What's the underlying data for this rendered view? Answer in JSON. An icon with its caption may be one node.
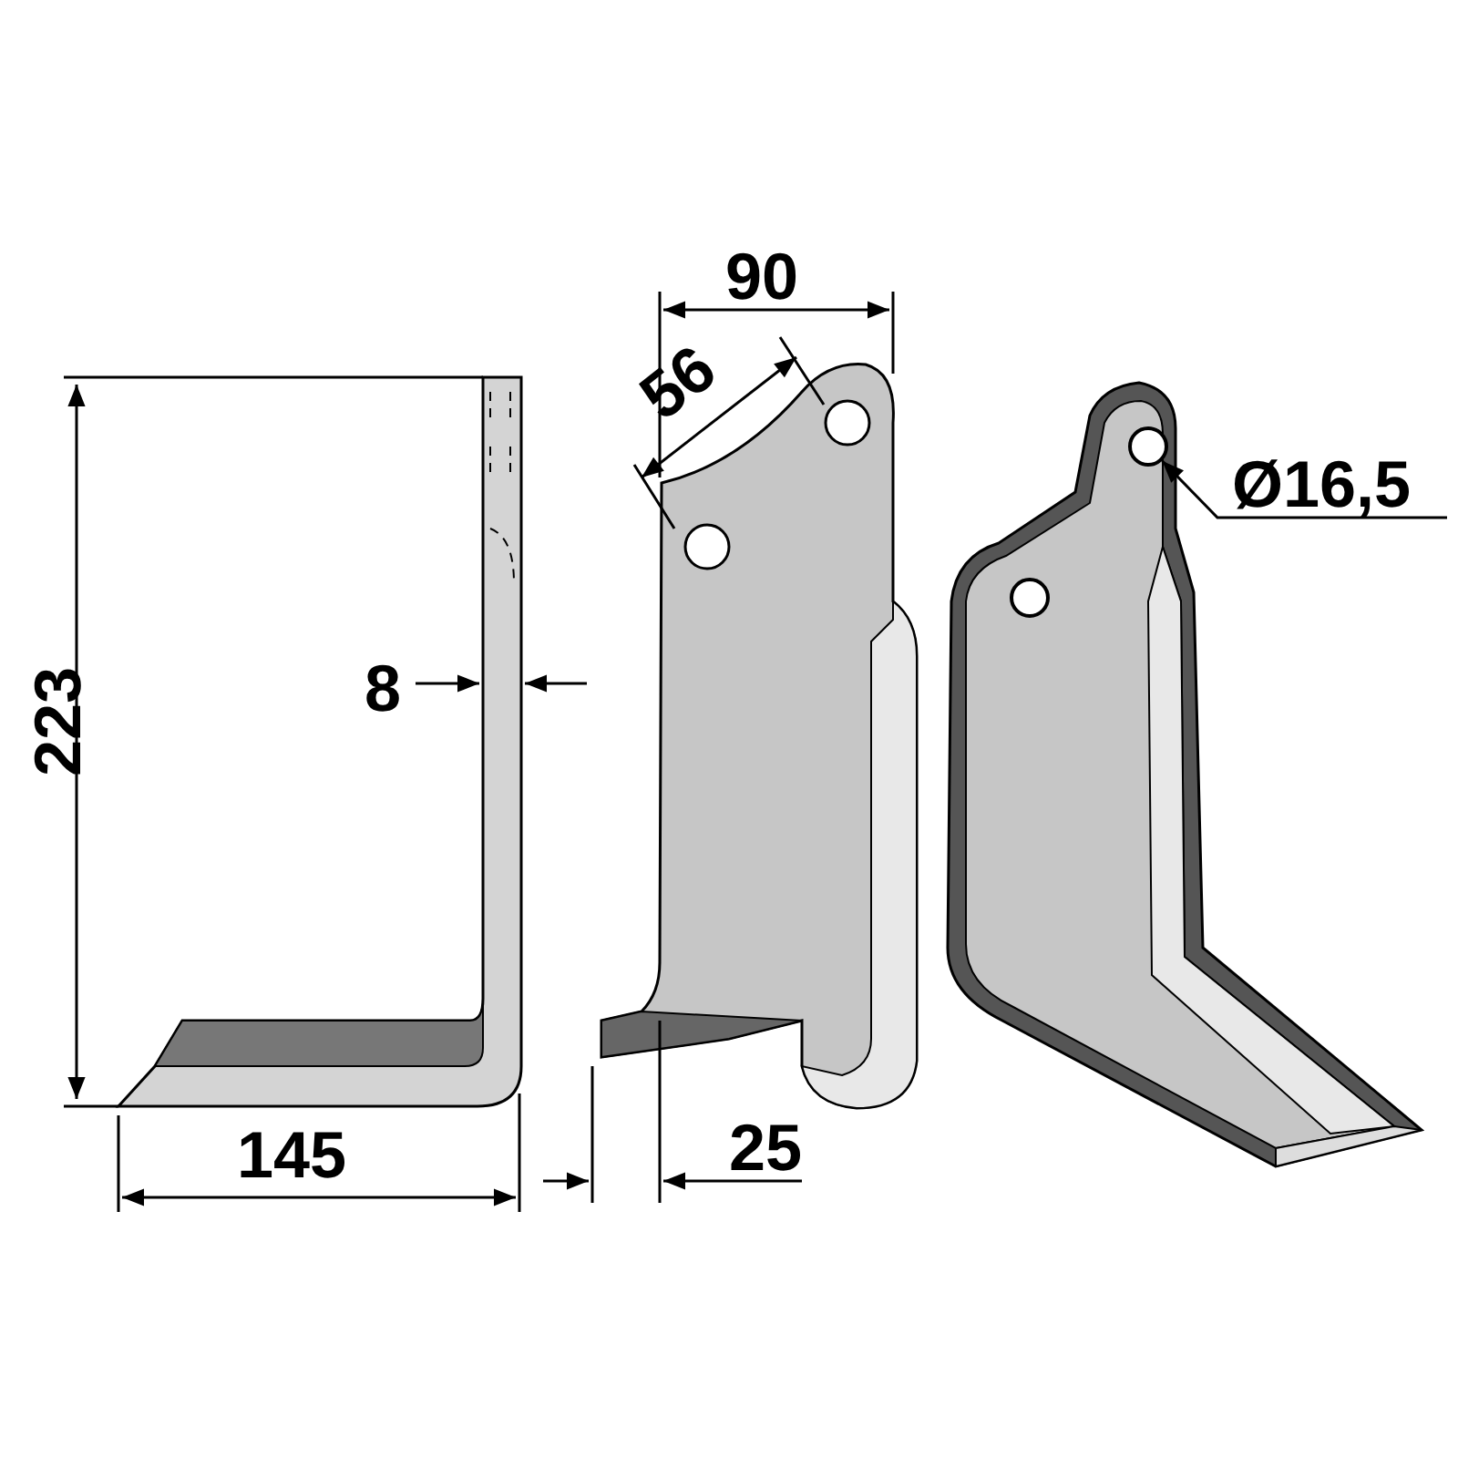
{
  "diagram": {
    "nodes": [
      {
        "text": [
          "Ø16,5"
        ]
      },
      {
        "text": [],
        "shape": "circle"
      }
    ],
    "edges": [
      {
        "from": 0,
        "to": 1,
        "arrow": "to"
      }
    ],
    "labels": [
      "90",
      "56",
      "223",
      "8",
      "145",
      "25"
    ]
  }
}
